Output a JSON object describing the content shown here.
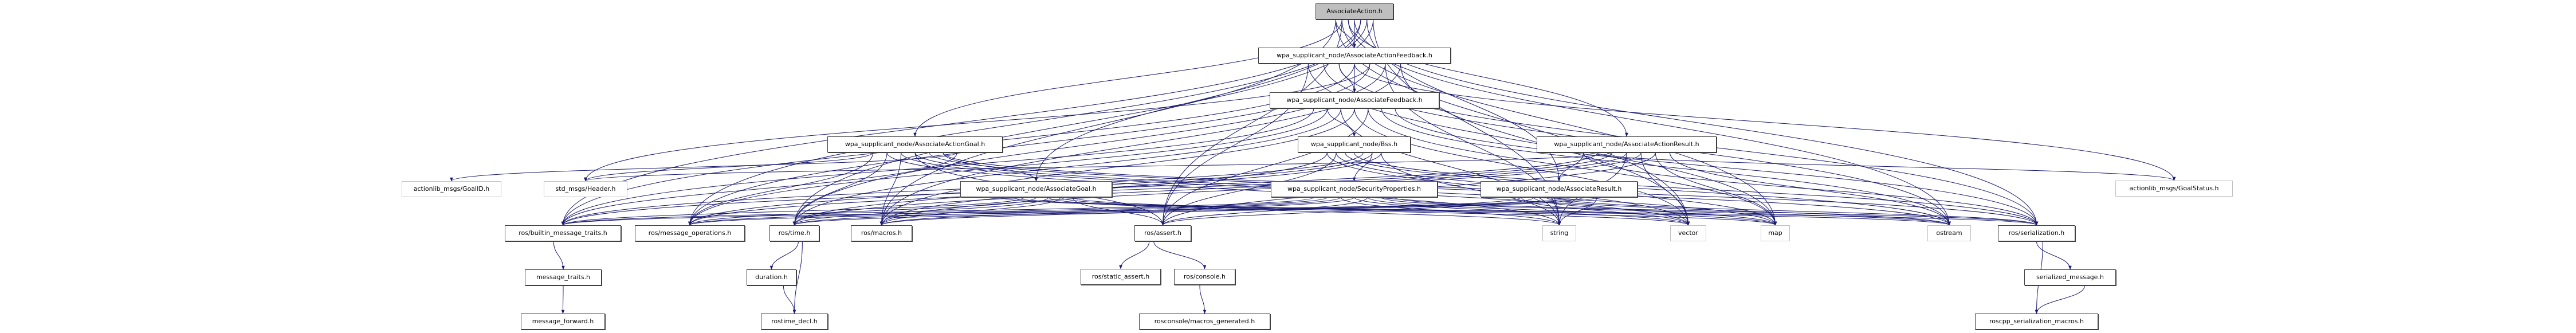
{
  "diagram": {
    "type": "include-dependency-graph",
    "root": "AssociateAction.h",
    "edge_color": "#191970",
    "root_fill": "#bfbfbf",
    "nodes": [
      {
        "id": "root",
        "label": "AssociateAction.h",
        "kind": "root"
      },
      {
        "id": "actionFeedback",
        "label": "wpa_supplicant_node/AssociateActionFeedback.h",
        "kind": "link"
      },
      {
        "id": "feedback",
        "label": "wpa_supplicant_node/AssociateFeedback.h",
        "kind": "link"
      },
      {
        "id": "actionGoal",
        "label": "wpa_supplicant_node/AssociateActionGoal.h",
        "kind": "link"
      },
      {
        "id": "bss",
        "label": "wpa_supplicant_node/Bss.h",
        "kind": "link"
      },
      {
        "id": "actionResult",
        "label": "wpa_supplicant_node/AssociateActionResult.h",
        "kind": "link"
      },
      {
        "id": "goal",
        "label": "wpa_supplicant_node/AssociateGoal.h",
        "kind": "link"
      },
      {
        "id": "secProps",
        "label": "wpa_supplicant_node/SecurityProperties.h",
        "kind": "link"
      },
      {
        "id": "result",
        "label": "wpa_supplicant_node/AssociateResult.h",
        "kind": "link"
      },
      {
        "id": "goalID",
        "label": "actionlib_msgs/GoalID.h",
        "kind": "external"
      },
      {
        "id": "header",
        "label": "std_msgs/Header.h",
        "kind": "external"
      },
      {
        "id": "goalStatus",
        "label": "actionlib_msgs/GoalStatus.h",
        "kind": "external"
      },
      {
        "id": "builtinTraits",
        "label": "ros/builtin_message_traits.h",
        "kind": "link"
      },
      {
        "id": "msgOps",
        "label": "ros/message_operations.h",
        "kind": "link"
      },
      {
        "id": "time",
        "label": "ros/time.h",
        "kind": "link"
      },
      {
        "id": "macros",
        "label": "ros/macros.h",
        "kind": "link"
      },
      {
        "id": "assert",
        "label": "ros/assert.h",
        "kind": "link"
      },
      {
        "id": "string",
        "label": "string",
        "kind": "external"
      },
      {
        "id": "vector",
        "label": "vector",
        "kind": "external"
      },
      {
        "id": "map",
        "label": "map",
        "kind": "external"
      },
      {
        "id": "ostream",
        "label": "ostream",
        "kind": "external"
      },
      {
        "id": "serialization",
        "label": "ros/serialization.h",
        "kind": "link"
      },
      {
        "id": "msgTraits",
        "label": "message_traits.h",
        "kind": "link"
      },
      {
        "id": "msgForward",
        "label": "message_forward.h",
        "kind": "link"
      },
      {
        "id": "duration",
        "label": "duration.h",
        "kind": "link"
      },
      {
        "id": "rostimeDecl",
        "label": "rostime_decl.h",
        "kind": "link"
      },
      {
        "id": "staticAssert",
        "label": "ros/static_assert.h",
        "kind": "link"
      },
      {
        "id": "console",
        "label": "ros/console.h",
        "kind": "link"
      },
      {
        "id": "macrosGenerated",
        "label": "rosconsole/macros_generated.h",
        "kind": "link"
      },
      {
        "id": "serializedMsg",
        "label": "serialized_message.h",
        "kind": "link"
      },
      {
        "id": "serMacros",
        "label": "roscpp_serialization_macros.h",
        "kind": "link"
      }
    ],
    "edges": [
      [
        "root",
        "actionFeedback"
      ],
      [
        "root",
        "actionGoal"
      ],
      [
        "root",
        "actionResult"
      ],
      [
        "root",
        "feedback"
      ],
      [
        "root",
        "goal"
      ],
      [
        "root",
        "result"
      ],
      [
        "root",
        "string"
      ],
      [
        "root",
        "vector"
      ],
      [
        "root",
        "map"
      ],
      [
        "root",
        "ostream"
      ],
      [
        "root",
        "serialization"
      ],
      [
        "root",
        "builtinTraits"
      ],
      [
        "root",
        "msgOps"
      ],
      [
        "root",
        "time"
      ],
      [
        "root",
        "macros"
      ],
      [
        "root",
        "assert"
      ],
      [
        "actionFeedback",
        "feedback"
      ],
      [
        "actionFeedback",
        "goalStatus"
      ],
      [
        "actionFeedback",
        "header"
      ],
      [
        "actionFeedback",
        "string"
      ],
      [
        "actionFeedback",
        "vector"
      ],
      [
        "actionFeedback",
        "map"
      ],
      [
        "actionFeedback",
        "ostream"
      ],
      [
        "actionFeedback",
        "serialization"
      ],
      [
        "actionFeedback",
        "builtinTraits"
      ],
      [
        "actionFeedback",
        "msgOps"
      ],
      [
        "actionFeedback",
        "time"
      ],
      [
        "actionFeedback",
        "macros"
      ],
      [
        "actionFeedback",
        "assert"
      ],
      [
        "feedback",
        "bss"
      ],
      [
        "feedback",
        "string"
      ],
      [
        "feedback",
        "vector"
      ],
      [
        "feedback",
        "map"
      ],
      [
        "feedback",
        "ostream"
      ],
      [
        "feedback",
        "serialization"
      ],
      [
        "feedback",
        "builtinTraits"
      ],
      [
        "feedback",
        "msgOps"
      ],
      [
        "feedback",
        "time"
      ],
      [
        "feedback",
        "macros"
      ],
      [
        "feedback",
        "assert"
      ],
      [
        "bss",
        "secProps"
      ],
      [
        "bss",
        "string"
      ],
      [
        "bss",
        "vector"
      ],
      [
        "bss",
        "map"
      ],
      [
        "bss",
        "ostream"
      ],
      [
        "bss",
        "serialization"
      ],
      [
        "bss",
        "builtinTraits"
      ],
      [
        "bss",
        "msgOps"
      ],
      [
        "bss",
        "time"
      ],
      [
        "bss",
        "macros"
      ],
      [
        "bss",
        "assert"
      ],
      [
        "secProps",
        "string"
      ],
      [
        "secProps",
        "vector"
      ],
      [
        "secProps",
        "map"
      ],
      [
        "secProps",
        "ostream"
      ],
      [
        "secProps",
        "serialization"
      ],
      [
        "secProps",
        "builtinTraits"
      ],
      [
        "secProps",
        "msgOps"
      ],
      [
        "secProps",
        "time"
      ],
      [
        "secProps",
        "macros"
      ],
      [
        "secProps",
        "assert"
      ],
      [
        "actionGoal",
        "goal"
      ],
      [
        "actionGoal",
        "goalID"
      ],
      [
        "actionGoal",
        "header"
      ],
      [
        "actionGoal",
        "string"
      ],
      [
        "actionGoal",
        "vector"
      ],
      [
        "actionGoal",
        "map"
      ],
      [
        "actionGoal",
        "ostream"
      ],
      [
        "actionGoal",
        "serialization"
      ],
      [
        "actionGoal",
        "builtinTraits"
      ],
      [
        "actionGoal",
        "msgOps"
      ],
      [
        "actionGoal",
        "time"
      ],
      [
        "actionGoal",
        "macros"
      ],
      [
        "actionGoal",
        "assert"
      ],
      [
        "goal",
        "string"
      ],
      [
        "goal",
        "vector"
      ],
      [
        "goal",
        "map"
      ],
      [
        "goal",
        "ostream"
      ],
      [
        "goal",
        "serialization"
      ],
      [
        "goal",
        "builtinTraits"
      ],
      [
        "goal",
        "msgOps"
      ],
      [
        "goal",
        "time"
      ],
      [
        "goal",
        "macros"
      ],
      [
        "goal",
        "assert"
      ],
      [
        "actionResult",
        "result"
      ],
      [
        "actionResult",
        "goalStatus"
      ],
      [
        "actionResult",
        "header"
      ],
      [
        "actionResult",
        "string"
      ],
      [
        "actionResult",
        "vector"
      ],
      [
        "actionResult",
        "map"
      ],
      [
        "actionResult",
        "ostream"
      ],
      [
        "actionResult",
        "serialization"
      ],
      [
        "actionResult",
        "builtinTraits"
      ],
      [
        "actionResult",
        "msgOps"
      ],
      [
        "actionResult",
        "time"
      ],
      [
        "actionResult",
        "macros"
      ],
      [
        "actionResult",
        "assert"
      ],
      [
        "result",
        "string"
      ],
      [
        "result",
        "vector"
      ],
      [
        "result",
        "map"
      ],
      [
        "result",
        "ostream"
      ],
      [
        "result",
        "serialization"
      ],
      [
        "result",
        "builtinTraits"
      ],
      [
        "result",
        "msgOps"
      ],
      [
        "result",
        "time"
      ],
      [
        "result",
        "macros"
      ],
      [
        "result",
        "assert"
      ],
      [
        "builtinTraits",
        "msgTraits"
      ],
      [
        "msgTraits",
        "msgForward"
      ],
      [
        "time",
        "duration"
      ],
      [
        "time",
        "rostimeDecl"
      ],
      [
        "duration",
        "rostimeDecl"
      ],
      [
        "assert",
        "staticAssert"
      ],
      [
        "assert",
        "console"
      ],
      [
        "console",
        "macrosGenerated"
      ],
      [
        "serialization",
        "serializedMsg"
      ],
      [
        "serialization",
        "serMacros"
      ],
      [
        "serializedMsg",
        "serMacros"
      ]
    ]
  }
}
